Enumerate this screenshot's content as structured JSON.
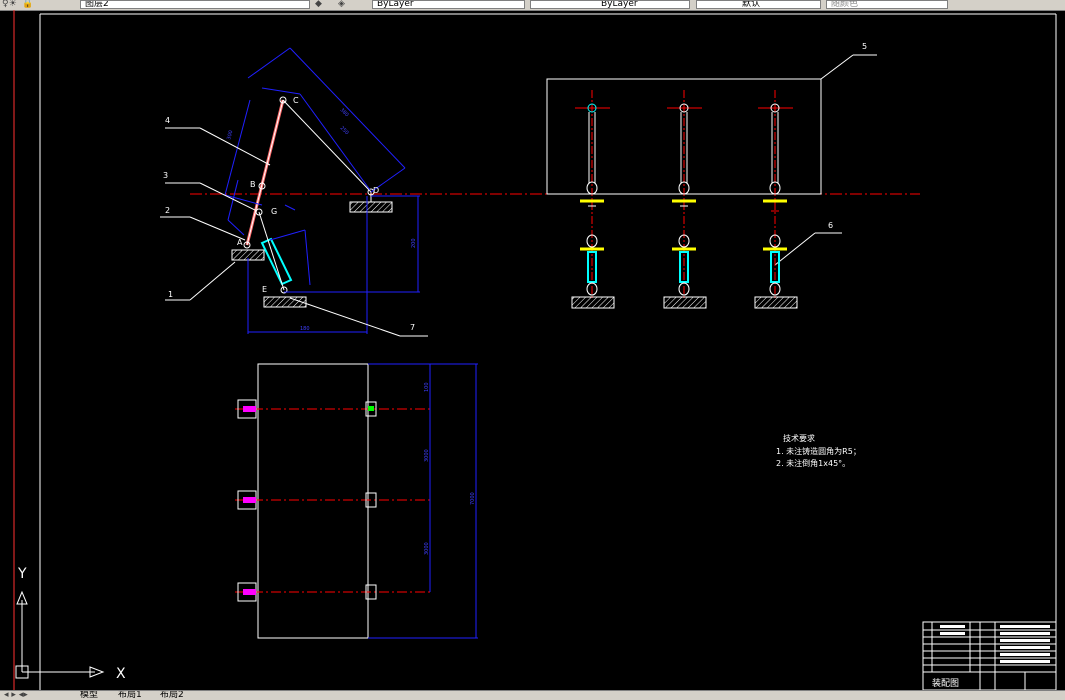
{
  "toolbar": {
    "layer_value": "图层2",
    "color_value": "ByLayer",
    "linetype_value": "ByLayer",
    "lineweight_value": "默认",
    "plotstyle_value": "随颜色"
  },
  "drawing": {
    "labels": {
      "part1": "1",
      "part2": "2",
      "part3": "3",
      "part4": "4",
      "part5": "5",
      "part6": "6",
      "part7": "7",
      "point_a": "A",
      "point_b": "B",
      "point_c": "C",
      "point_d": "D",
      "point_e": "E",
      "point_g": "G"
    },
    "notes": {
      "title": "技术要求",
      "line1": "1. 未注铸造圆角为R5；",
      "line2": "2. 未注倒角1x45°。"
    },
    "titleblock": {
      "name": "装配图"
    },
    "ucs": {
      "y_label": "Y",
      "x_label": "X"
    }
  },
  "tabs": {
    "model": "模型",
    "layout1": "布局1",
    "layout2": "布局2"
  },
  "colors": {
    "background": "#000000",
    "frame": "#ffffff",
    "centerline": "#ff0000",
    "dimension": "#0000ff",
    "highlight": "#00ffff",
    "accent": "#ff00ff",
    "marker": "#ffff00"
  }
}
